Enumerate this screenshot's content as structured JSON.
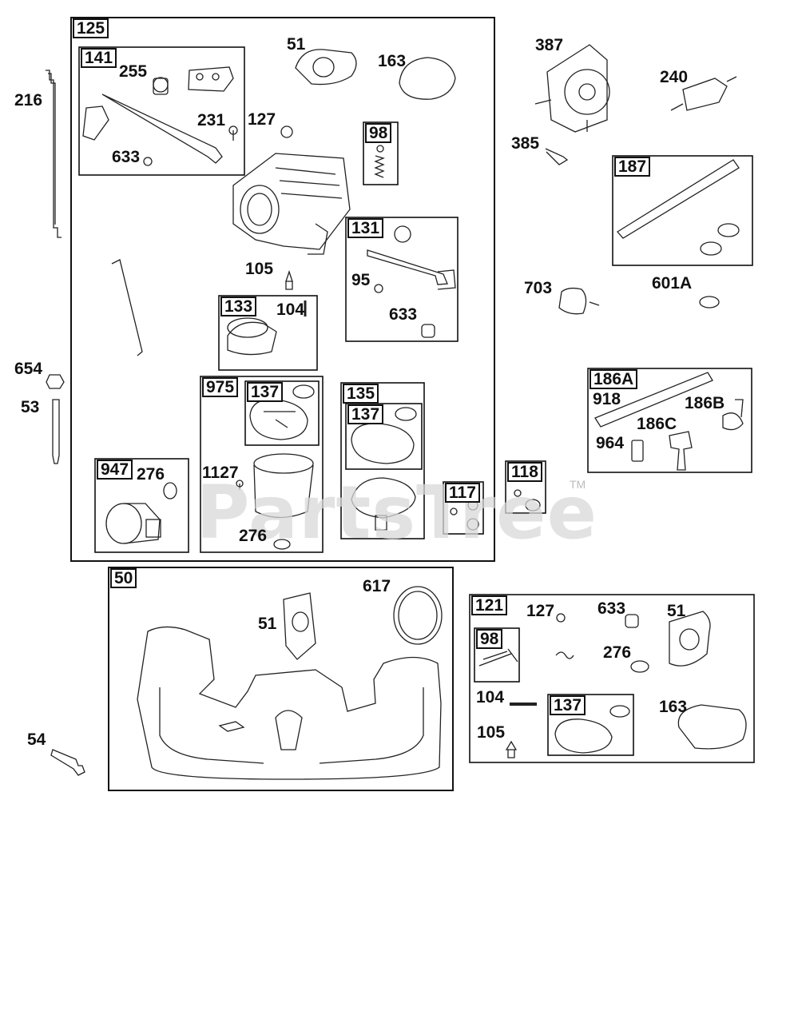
{
  "watermark": {
    "text": "PartsTree",
    "trademark": "TM"
  },
  "groups": {
    "g125": "125",
    "g141": "141",
    "g98a": "98",
    "g131": "131",
    "g133": "133",
    "g975": "975",
    "g137a": "137",
    "g135": "135",
    "g137b": "137",
    "g117": "117",
    "g947": "947",
    "g118": "118",
    "g187": "187",
    "g186A": "186A",
    "g50": "50",
    "g121": "121",
    "g98b": "98",
    "g137c": "137"
  },
  "parts": {
    "p216": "216",
    "p51a": "51",
    "p163a": "163",
    "p255": "255",
    "p231": "231",
    "p127a": "127",
    "p633a": "633",
    "p105a": "105",
    "p95": "95",
    "p633b": "633",
    "p104a": "104",
    "p654": "654",
    "p53": "53",
    "p1127": "1127",
    "p276a": "276",
    "p276b": "276",
    "p387": "387",
    "p240": "240",
    "p385": "385",
    "p703": "703",
    "p601A": "601A",
    "p918": "918",
    "p186B": "186B",
    "p186C": "186C",
    "p964": "964",
    "p617": "617",
    "p51b": "51",
    "p54": "54",
    "p127b": "127",
    "p633c": "633",
    "p51c": "51",
    "p276c": "276",
    "p104b": "104",
    "p163b": "163",
    "p105b": "105"
  }
}
